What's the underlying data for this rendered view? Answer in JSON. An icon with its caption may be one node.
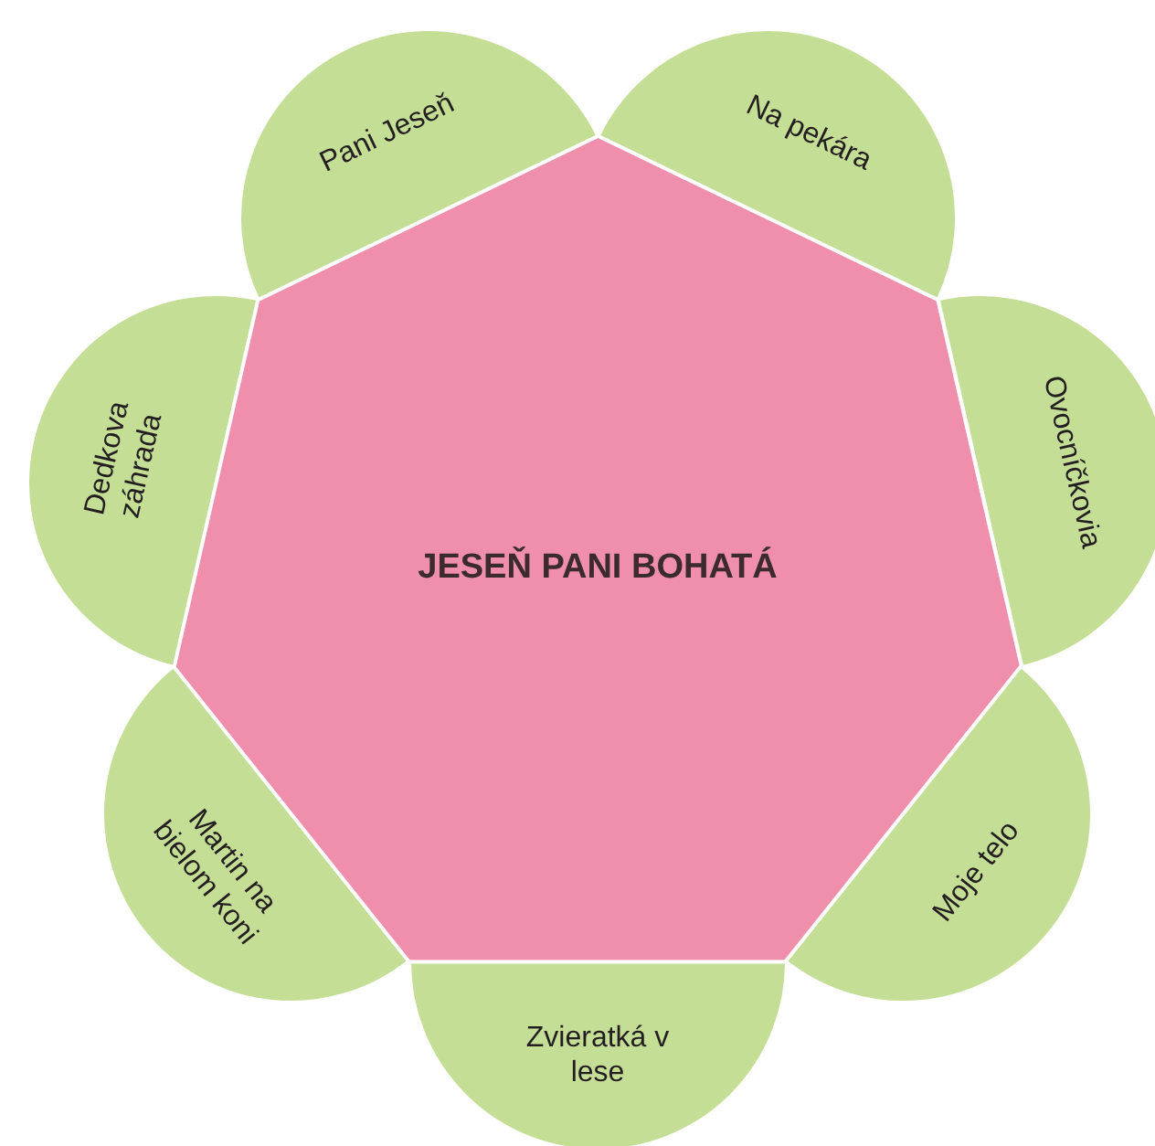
{
  "diagram": {
    "nodes": [
      {
        "text": [
          "JESEŇ PANI BOHATÁ"
        ]
      },
      {
        "text": [
          "Pani Jeseň"
        ]
      },
      {
        "text": [
          "Na pekára"
        ]
      },
      {
        "text": [
          "Ovocníčkovia"
        ]
      },
      {
        "text": [
          "Moje telo"
        ]
      },
      {
        "text": [
          "Zvieratká v lese"
        ]
      },
      {
        "text": [
          "Martin na bielom koni"
        ]
      },
      {
        "text": [
          "Dedkova záhrada"
        ]
      }
    ]
  }
}
